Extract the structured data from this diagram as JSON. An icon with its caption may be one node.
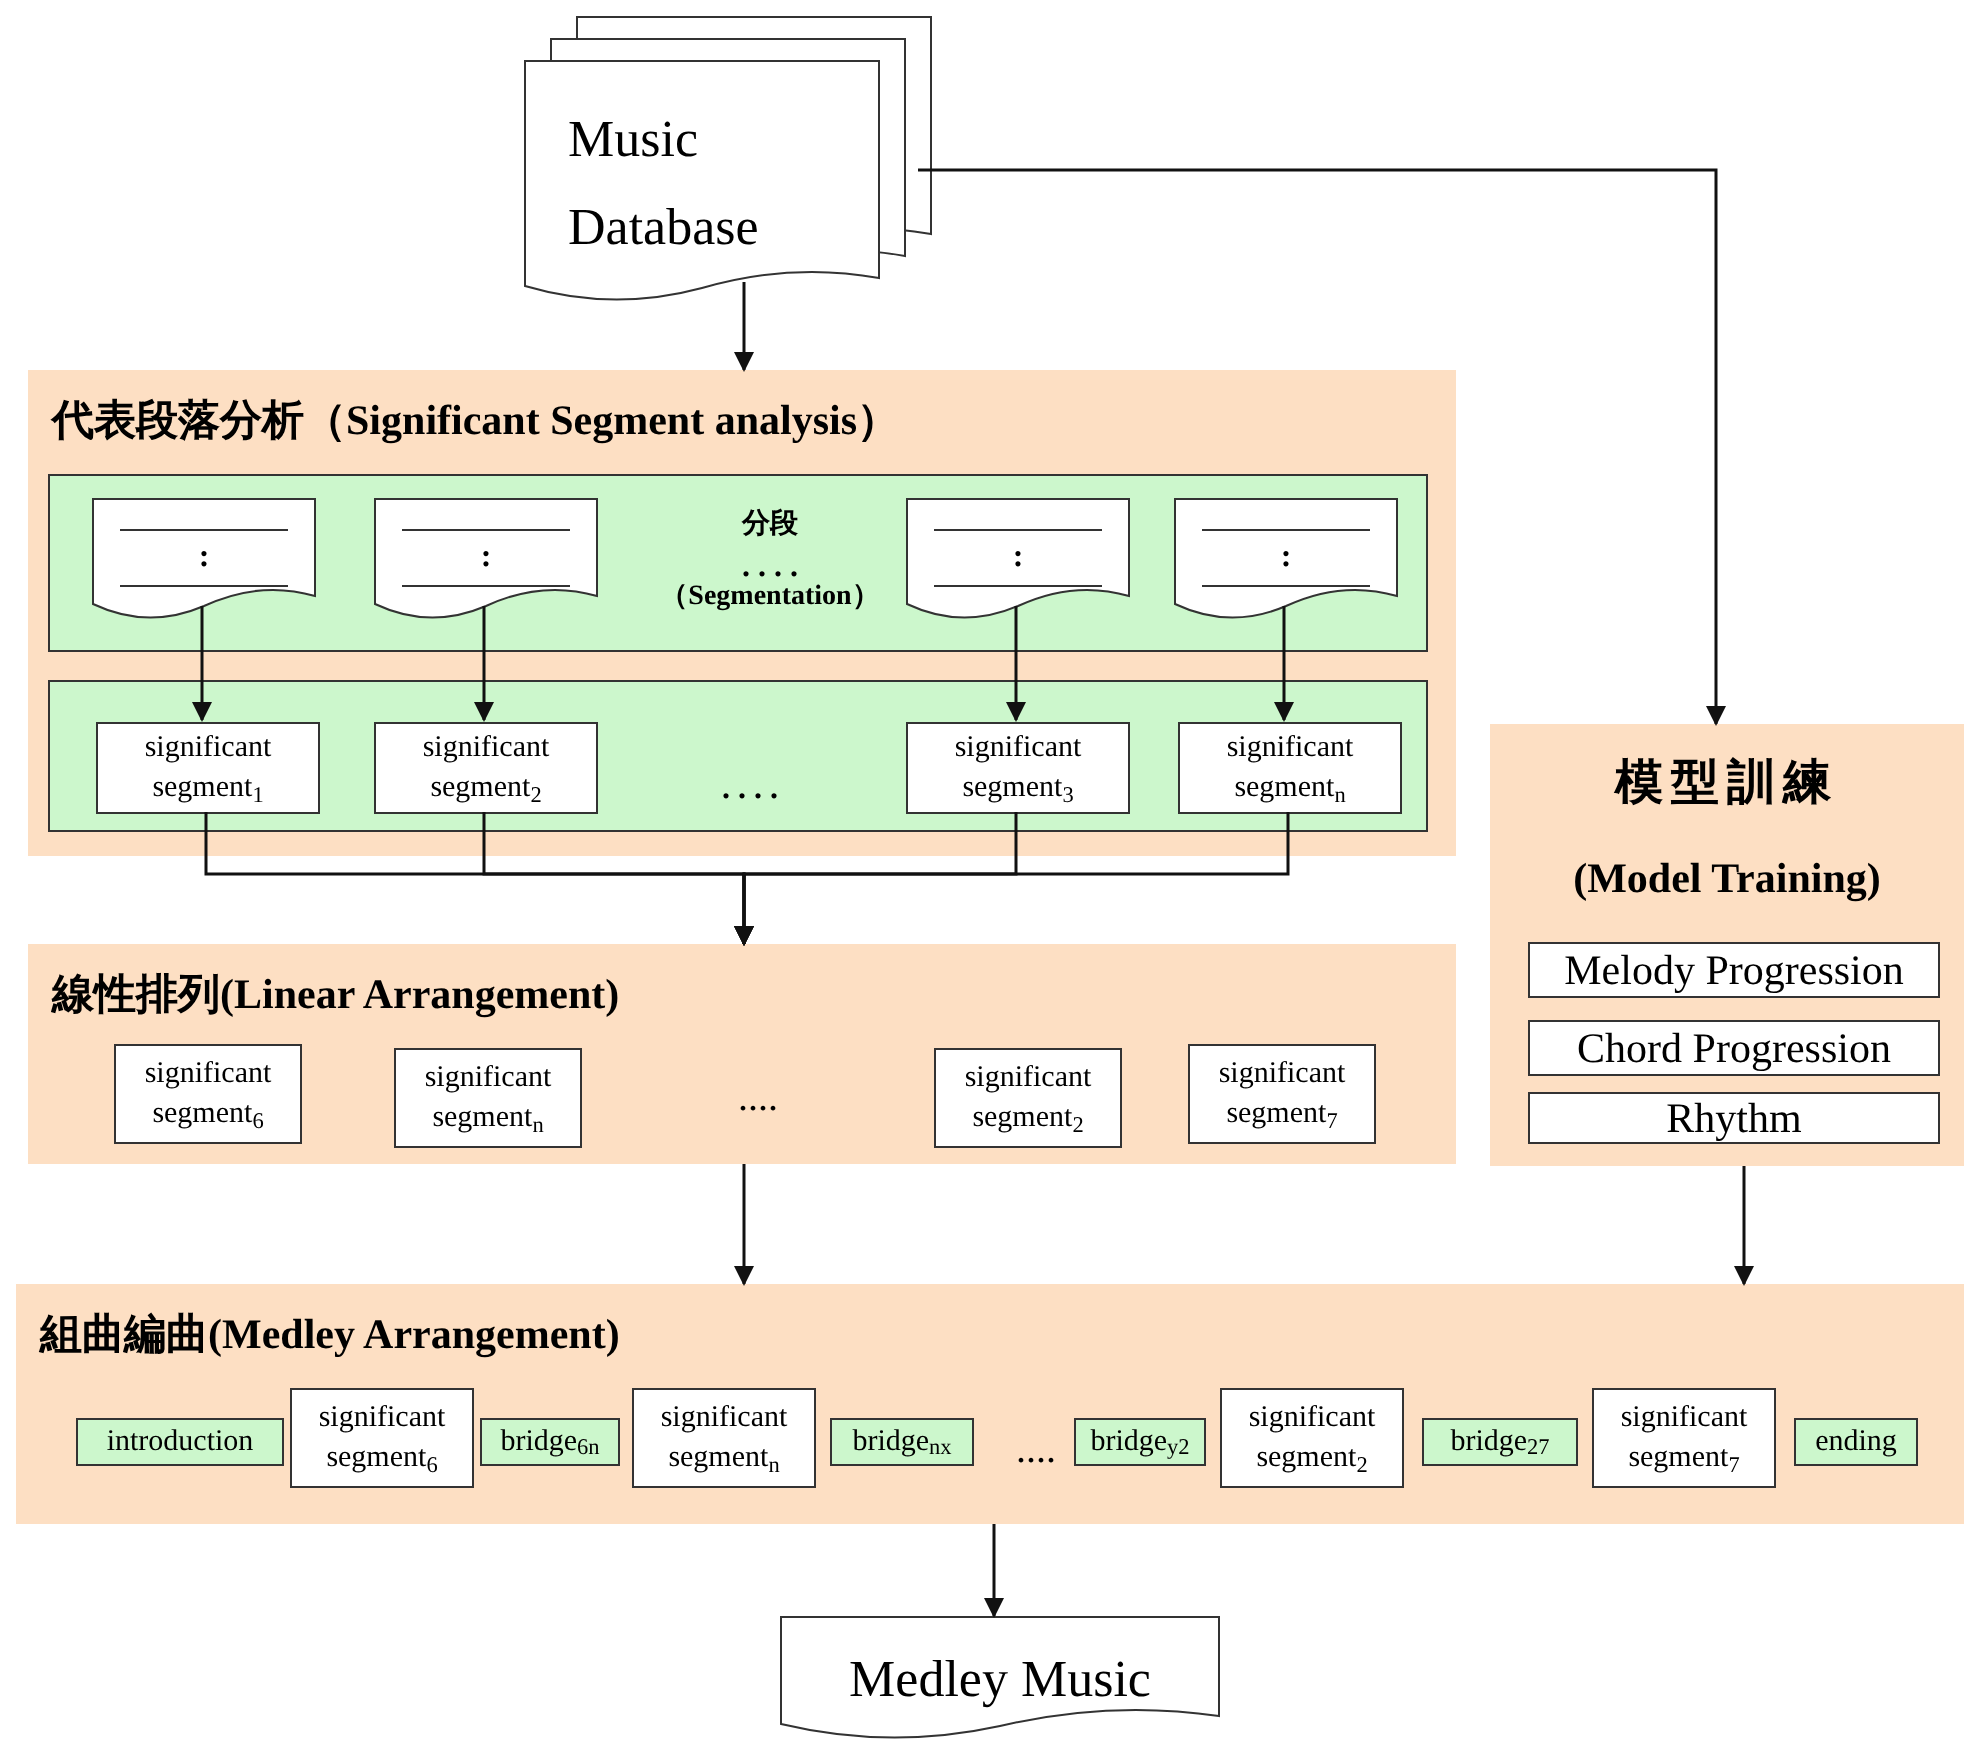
{
  "diagram": {
    "nodes": [
      {
        "text": [
          "Music Database"
        ]
      },
      {
        "text": [
          "代表段落分析（Significant Segment analysis）"
        ]
      },
      {
        "text": [
          "分段",
          ". . . .",
          "（Segmentation）"
        ],
        "in": 1
      },
      {
        "text": [
          ":"
        ],
        "in": 2
      },
      {
        "text": [
          ":"
        ],
        "in": 2
      },
      {
        "text": [
          ":"
        ],
        "in": 2
      },
      {
        "text": [
          ":"
        ],
        "in": 2
      },
      {
        "text": [
          ". . . ."
        ],
        "in": 1
      },
      {
        "text": [
          "significant segment$_{1}$"
        ],
        "in": 7
      },
      {
        "text": [
          "significant segment$_{2}$"
        ],
        "in": 7
      },
      {
        "text": [
          "significant segment$_{3}$"
        ],
        "in": 7
      },
      {
        "text": [
          "significant segment$_{n}$"
        ],
        "in": 7
      },
      {
        "text": [
          "線性排列(Linear Arrangement)",
          "...."
        ]
      },
      {
        "text": [
          "significant segment$_{6}$"
        ],
        "in": 12
      },
      {
        "text": [
          "significant segment$_{n}$"
        ],
        "in": 12
      },
      {
        "text": [
          "significant segment$_{2}$"
        ],
        "in": 12
      },
      {
        "text": [
          "significant segment$_{7}$"
        ],
        "in": 12
      },
      {
        "text": [
          "模型訓練",
          "(Model Training)"
        ]
      },
      {
        "text": [
          "Melody Progression"
        ],
        "in": 17
      },
      {
        "text": [
          "Chord Progression"
        ],
        "in": 17
      },
      {
        "text": [
          "Rhythm"
        ],
        "in": 17
      },
      {
        "text": [
          "組曲編曲(Medley Arrangement)",
          "...."
        ]
      },
      {
        "text": [
          "introduction"
        ],
        "in": 21
      },
      {
        "text": [
          "significant segment$_{6}$"
        ],
        "in": 21
      },
      {
        "text": [
          "bridge$_{6n}$"
        ],
        "in": 21
      },
      {
        "text": [
          "significant segment$_{n}$"
        ],
        "in": 21
      },
      {
        "text": [
          "bridge$_{nx}$"
        ],
        "in": 21
      },
      {
        "text": [
          "bridge$_{y2}$"
        ],
        "in": 21
      },
      {
        "text": [
          "significant segment$_{2}$"
        ],
        "in": 21
      },
      {
        "text": [
          "bridge$_{27}$"
        ],
        "in": 21
      },
      {
        "text": [
          "significant segment$_{7}$"
        ],
        "in": 21
      },
      {
        "text": [
          "ending"
        ],
        "in": 21
      },
      {
        "text": [
          "Medley Music"
        ]
      }
    ],
    "edges": [
      {
        "from": 0,
        "to": 1,
        "arrow": "to"
      },
      {
        "from": 0,
        "to": 17,
        "arrow": "to"
      },
      {
        "from": 3,
        "to": 8,
        "arrow": "to"
      },
      {
        "from": 4,
        "to": 9,
        "arrow": "to"
      },
      {
        "from": 5,
        "to": 10,
        "arrow": "to"
      },
      {
        "from": 6,
        "to": 11,
        "arrow": "to"
      },
      {
        "from": 8,
        "to": 12,
        "arrow": "to"
      },
      {
        "from": 9,
        "to": 12,
        "arrow": "to"
      },
      {
        "from": 10,
        "to": 12,
        "arrow": "to"
      },
      {
        "from": 11,
        "to": 12,
        "arrow": "to"
      },
      {
        "from": 12,
        "to": 21,
        "arrow": "to"
      },
      {
        "from": 17,
        "to": 21,
        "arrow": "to"
      },
      {
        "from": 21,
        "to": 32,
        "arrow": "to"
      }
    ]
  }
}
